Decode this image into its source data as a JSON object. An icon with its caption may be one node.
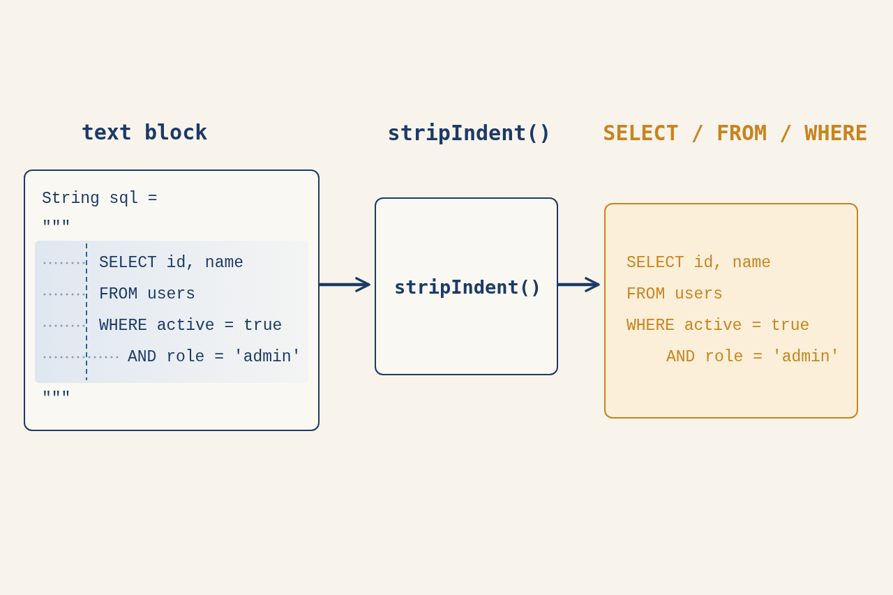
{
  "diagram": {
    "nodes": [
      {
        "text": [
          "text block",
          "String sql =",
          "\"\"\"",
          "SELECT id, name",
          "FROM users",
          "WHERE active = true",
          "AND role = 'admin'",
          "\"\"\""
        ]
      },
      {
        "text": [
          "stripIndent()",
          "stripIndent()"
        ]
      },
      {
        "text": [
          "SELECT / FROM / WHERE",
          "SELECT id, name",
          "FROM users",
          "WHERE active = true",
          "AND role = 'admin'"
        ]
      }
    ],
    "edges": [
      {
        "from": 0,
        "to": 1,
        "arrow": "to"
      },
      {
        "from": 1,
        "to": 2,
        "arrow": "to"
      }
    ]
  }
}
